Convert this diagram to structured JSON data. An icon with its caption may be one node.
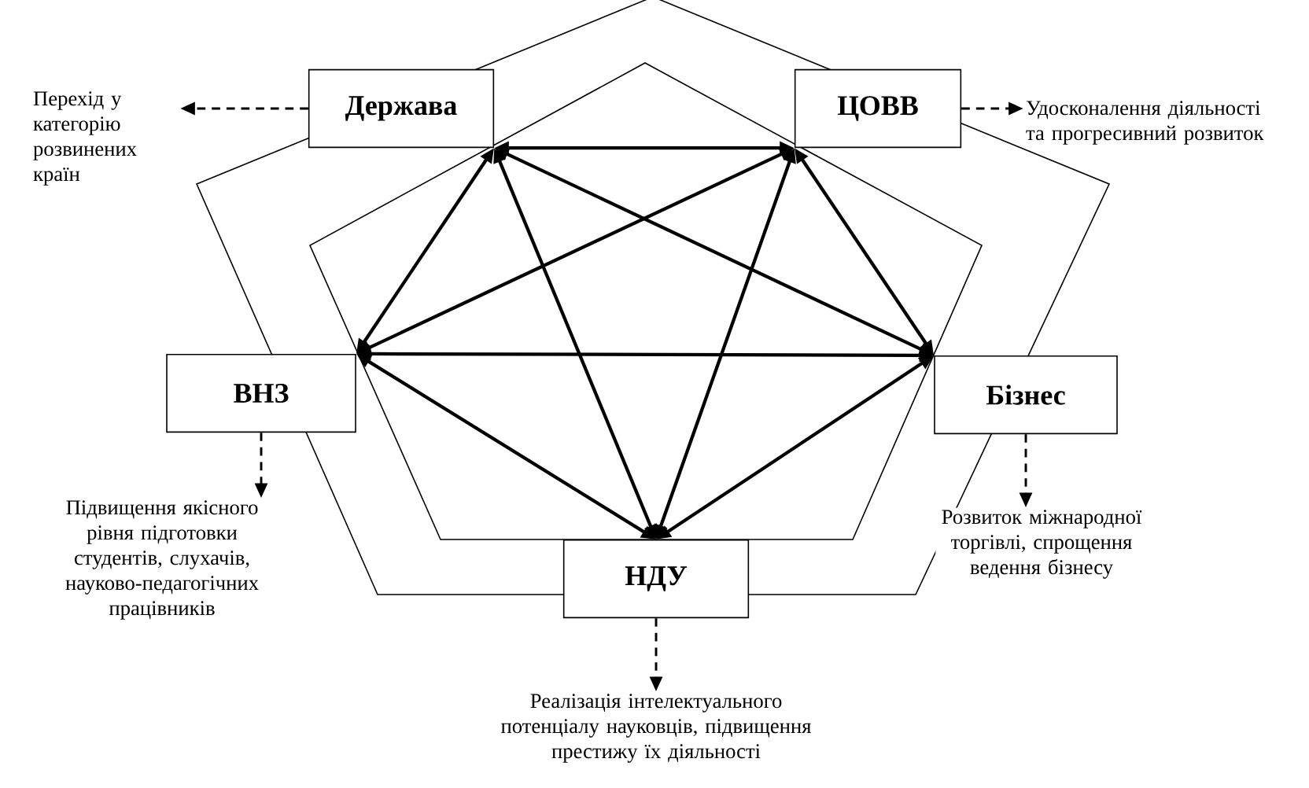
{
  "diagram": {
    "nodes": [
      {
        "text": [
          "Держава"
        ]
      },
      {
        "text": [
          "ЦОВВ"
        ]
      },
      {
        "text": [
          "ВНЗ"
        ]
      },
      {
        "text": [
          "Бізнес"
        ]
      },
      {
        "text": [
          "НДУ"
        ]
      },
      {
        "text": [
          "Перехід у категорію розвинених країн"
        ]
      },
      {
        "text": [
          "Удосконалення діяльності та прогресивний розвиток"
        ]
      },
      {
        "text": [
          "Підвищення якісного рівня підготовки студентів, слухачів, науково-педагогічних працівників"
        ]
      },
      {
        "text": [
          "Розвиток міжнародної торгівлі, спрощення ведення бізнесу"
        ]
      },
      {
        "text": [
          "Реалізація інтелектуального потенціалу науковців, підвищення престижу їх діяльності"
        ]
      }
    ],
    "edges": [
      {
        "from": 0,
        "to": 1,
        "arrow": "both"
      },
      {
        "from": 0,
        "to": 2,
        "arrow": "both"
      },
      {
        "from": 0,
        "to": 3,
        "arrow": "both"
      },
      {
        "from": 0,
        "to": 4,
        "arrow": "both"
      },
      {
        "from": 1,
        "to": 2,
        "arrow": "both"
      },
      {
        "from": 1,
        "to": 3,
        "arrow": "both"
      },
      {
        "from": 1,
        "to": 4,
        "arrow": "both"
      },
      {
        "from": 2,
        "to": 3,
        "arrow": "both"
      },
      {
        "from": 2,
        "to": 4,
        "arrow": "both"
      },
      {
        "from": 3,
        "to": 4,
        "arrow": "both"
      },
      {
        "from": 0,
        "to": 5,
        "arrow": "to",
        "style": "dashed"
      },
      {
        "from": 1,
        "to": 6,
        "arrow": "to",
        "style": "dashed"
      },
      {
        "from": 2,
        "to": 7,
        "arrow": "to",
        "style": "dashed"
      },
      {
        "from": 3,
        "to": 8,
        "arrow": "to",
        "style": "dashed"
      },
      {
        "from": 4,
        "to": 9,
        "arrow": "to",
        "style": "dashed"
      }
    ]
  }
}
